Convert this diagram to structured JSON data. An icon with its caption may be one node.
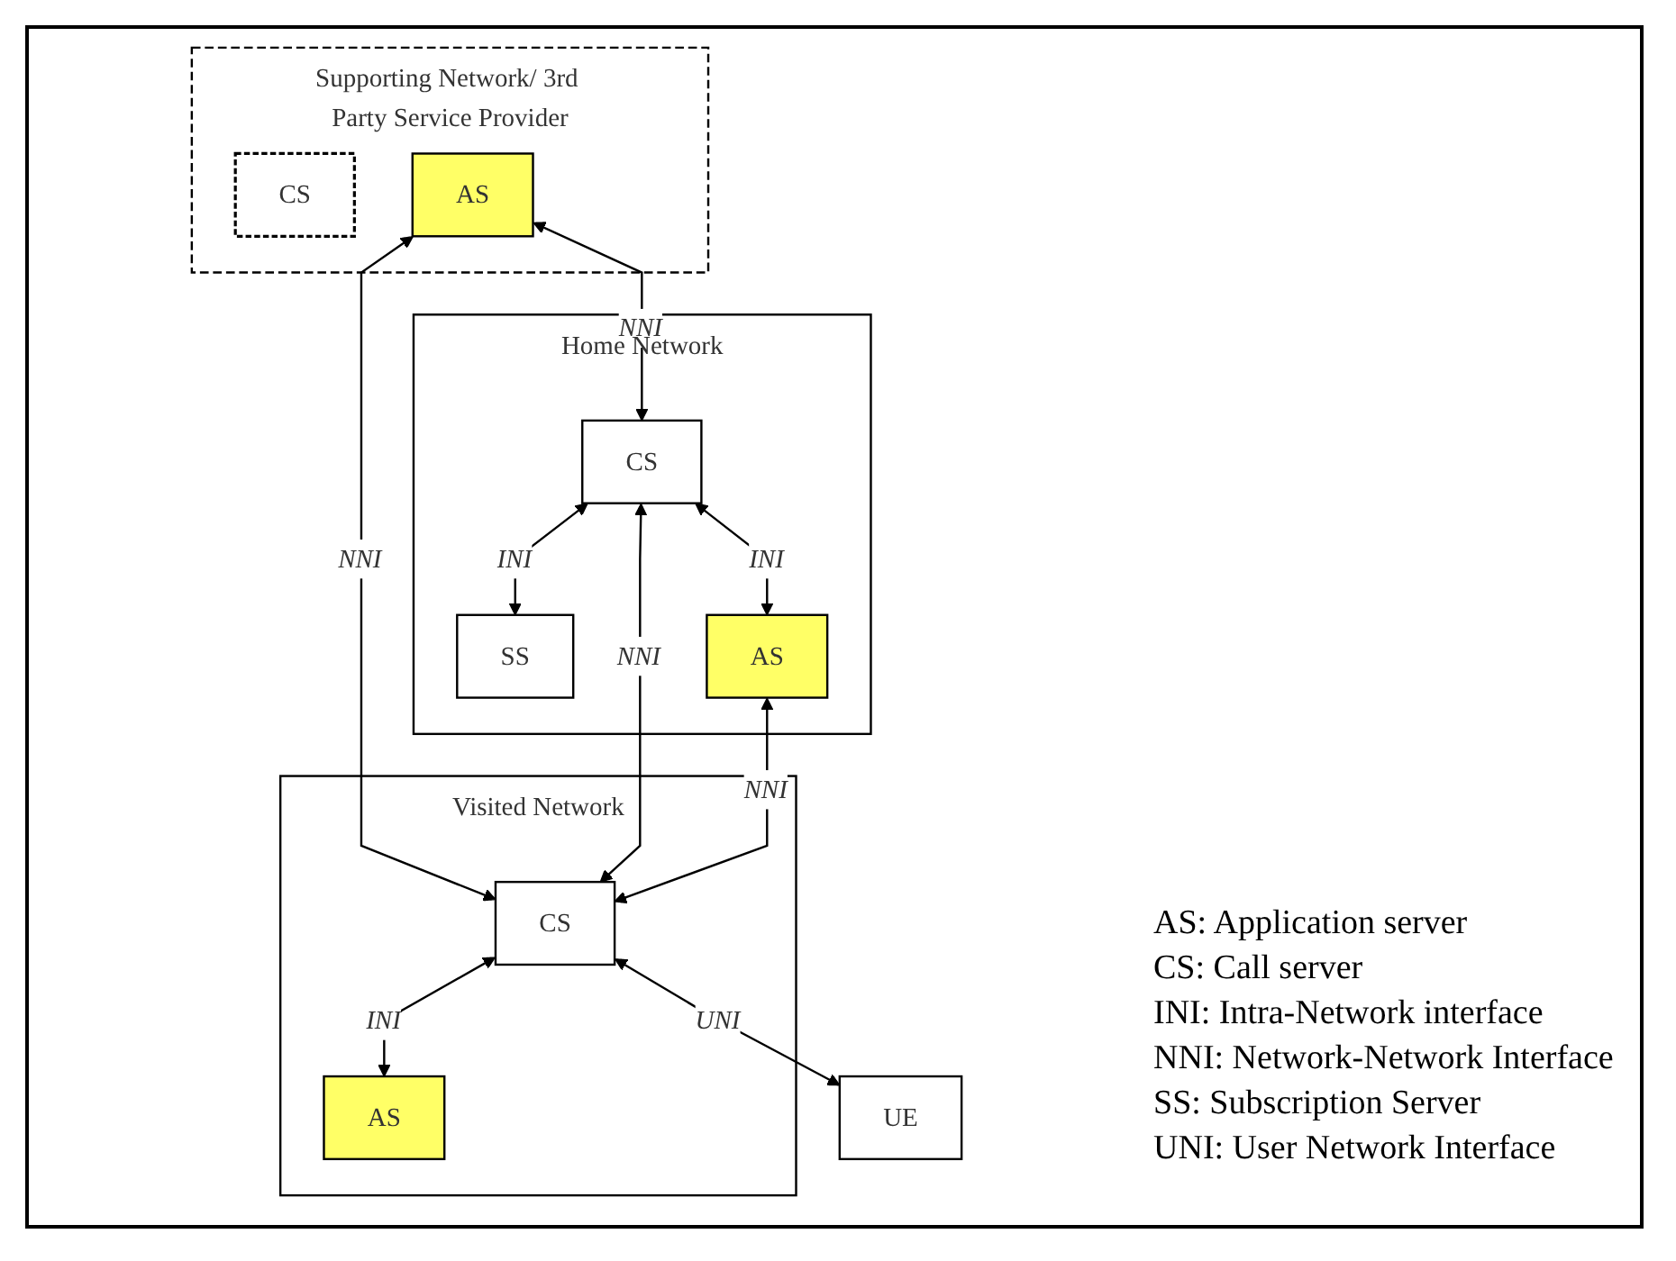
{
  "diagram": {
    "nodes": [
      {
        "text": [
          "Supporting Network/ 3rd Party Service Provider"
        ]
      },
      {
        "text": [
          "CS"
        ],
        "in": 0
      },
      {
        "text": [
          "AS"
        ],
        "in": 0
      },
      {
        "text": [
          "Home Network"
        ]
      },
      {
        "text": [
          "CS"
        ],
        "in": 3
      },
      {
        "text": [
          "SS"
        ],
        "in": 3
      },
      {
        "text": [
          "AS"
        ],
        "in": 3
      },
      {
        "text": [
          "Visited Network"
        ]
      },
      {
        "text": [
          "CS"
        ],
        "in": 7
      },
      {
        "text": [
          "AS"
        ],
        "in": 7
      },
      {
        "text": [
          "UE"
        ]
      }
    ],
    "edges": [
      {
        "from": 2,
        "to": 4,
        "arrow": "both",
        "label": "NNI"
      },
      {
        "from": 4,
        "to": 5,
        "arrow": "both",
        "label": "INI"
      },
      {
        "from": 4,
        "to": 6,
        "arrow": "both",
        "label": "INI"
      },
      {
        "from": 2,
        "to": 8,
        "arrow": "both",
        "label": "NNI"
      },
      {
        "from": 4,
        "to": 8,
        "arrow": "both",
        "label": "NNI"
      },
      {
        "from": 6,
        "to": 8,
        "arrow": "both",
        "label": "NNI"
      },
      {
        "from": 8,
        "to": 9,
        "arrow": "both",
        "label": "INI"
      },
      {
        "from": 8,
        "to": 10,
        "arrow": "both",
        "label": "UNI"
      }
    ],
    "labels": [
      "AS: Application server",
      "CS: Call server",
      "INI: Intra-Network interface",
      "NNI: Network-Network Interface",
      "SS: Subscription Server",
      "UNI: User Network Interface"
    ]
  }
}
